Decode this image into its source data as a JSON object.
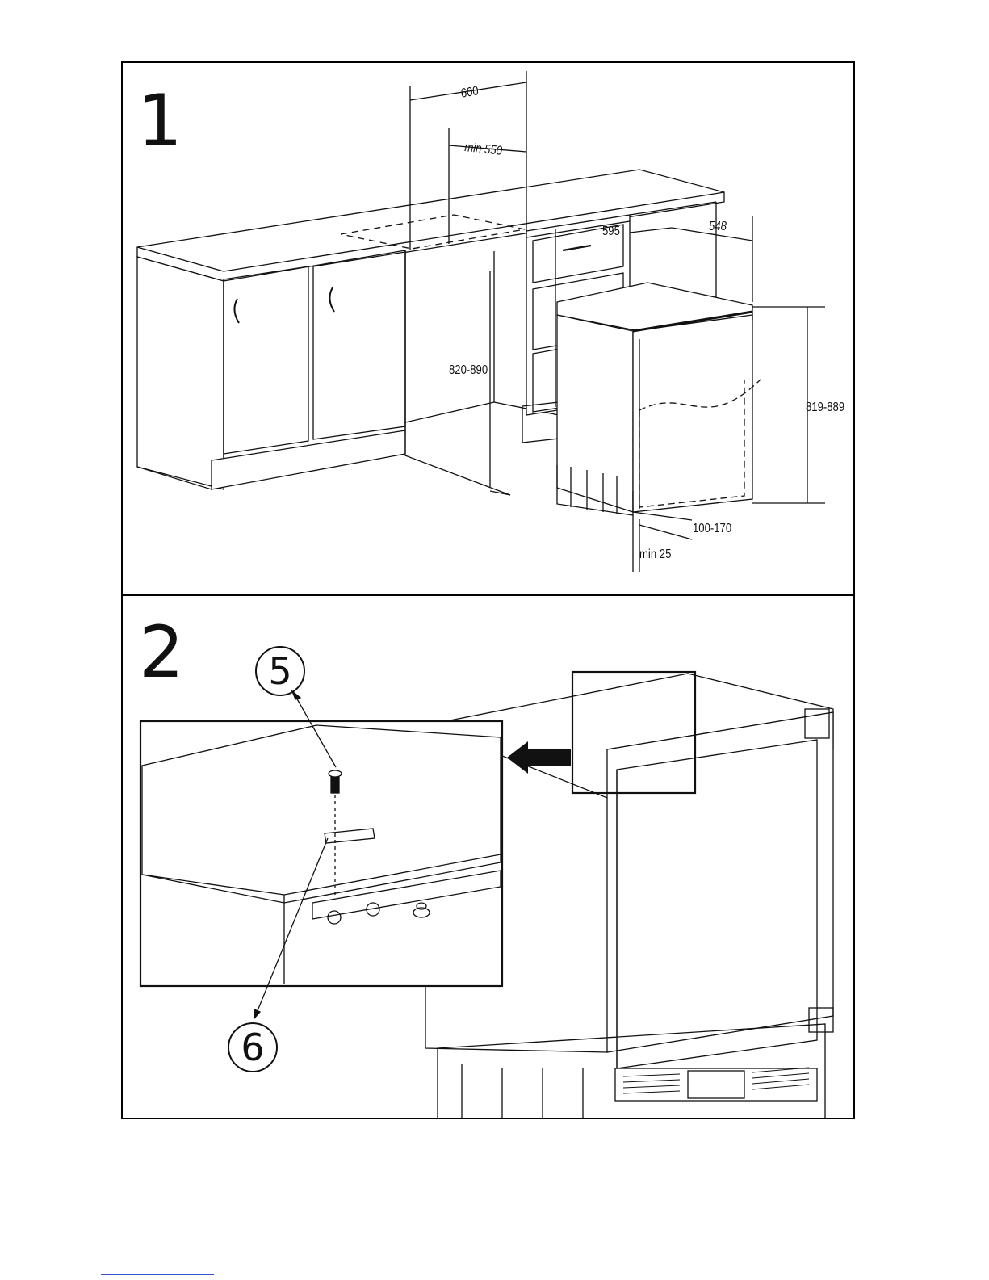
{
  "panel1": {
    "number": "1",
    "dims": {
      "width_600": "600",
      "min_550": "min 550",
      "d595": "595",
      "d548": "548",
      "h820_890": "820-890",
      "h819_889": "819-889",
      "d100_170": "100-170",
      "min_25": "min 25"
    }
  },
  "panel2": {
    "number": "2",
    "callout_5": "5",
    "callout_6": "6"
  },
  "colors": {
    "line": "#111111",
    "background": "#ffffff",
    "link": "#3355cc"
  }
}
